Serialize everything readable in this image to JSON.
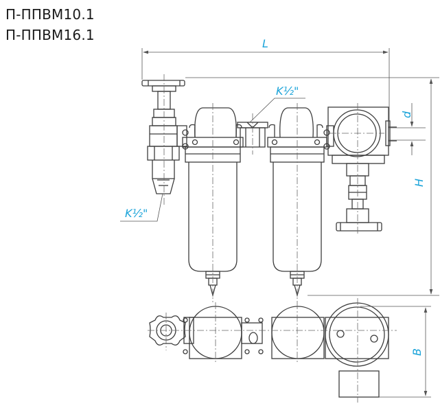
{
  "titles": [
    "П-ППВМ10.1",
    "П-ППВМ16.1"
  ],
  "dimensions": {
    "L": "L",
    "H": "H",
    "d": "d",
    "B": "B"
  },
  "ports": {
    "inlet": "K½\"",
    "between": "K½\""
  },
  "colors": {
    "line": "#3c3c3c",
    "dimension": "#1aa3d9"
  }
}
